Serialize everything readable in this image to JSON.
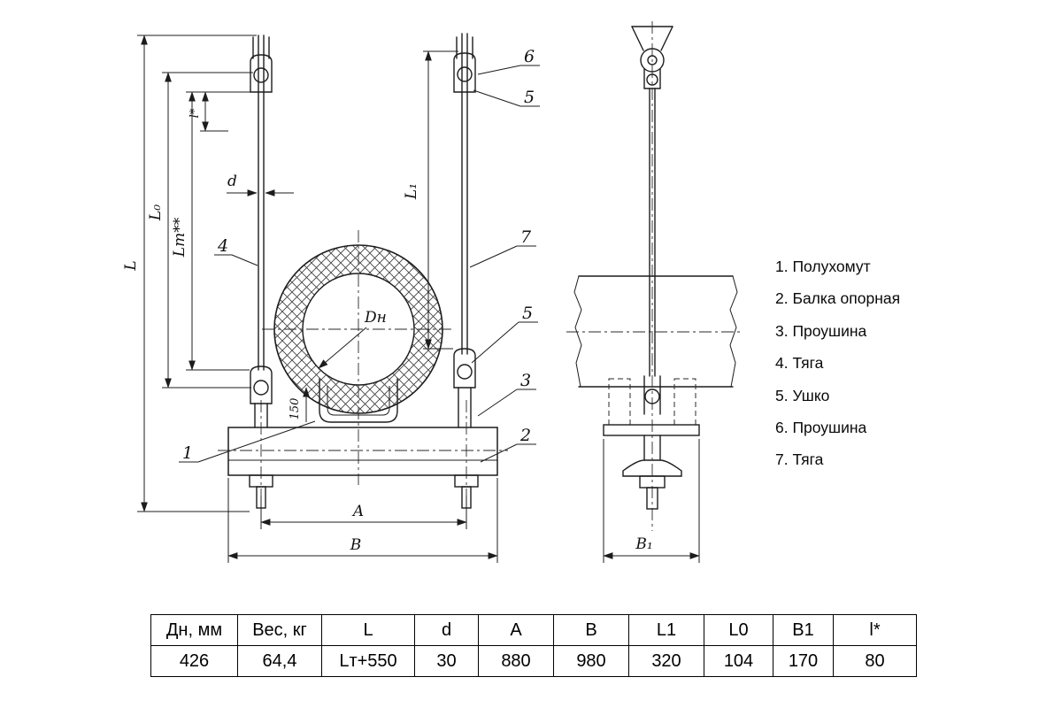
{
  "legend": {
    "items": [
      "1. Полухомут",
      "2. Балка опорная",
      "3. Проушина",
      "4. Тяга",
      "5. Ушко",
      "6.  Проушина",
      "7.  Тяга"
    ]
  },
  "drawing": {
    "dims": {
      "L": "L",
      "L0": "L₀",
      "Lt": "Lт**",
      "l_star": "l*",
      "d": "d",
      "L1": "L₁",
      "A": "A",
      "B": "B",
      "B1": "B₁",
      "Dn": "Dн",
      "s150": "150"
    },
    "callouts": {
      "c1": "1",
      "c2": "2",
      "c3": "3",
      "c4": "4",
      "c5a": "5",
      "c5b": "5",
      "c6": "6",
      "c7": "7"
    }
  },
  "table": {
    "headers": [
      "Дн, мм",
      "Вес, кг",
      "L",
      "d",
      "A",
      "B",
      "L1",
      "L0",
      "B1",
      "l*"
    ],
    "values": [
      "426",
      "64,4",
      "Lт+550",
      "30",
      "880",
      "980",
      "320",
      "104",
      "170",
      "80"
    ]
  }
}
